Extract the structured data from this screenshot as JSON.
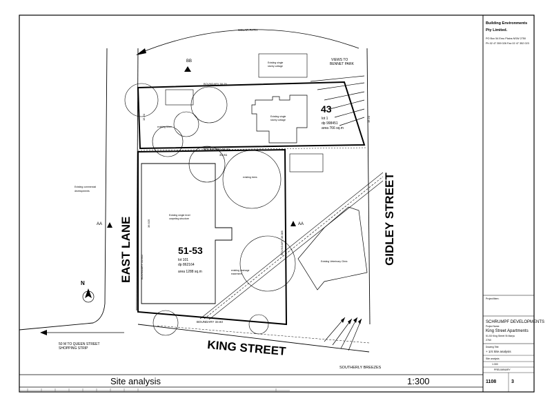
{
  "title_block": {
    "firm_name": "Building Environments",
    "firm_name2": "Pty Limited.",
    "address_line1": "PO Box 54 Emu Plains NSW 2750",
    "address_line2": "Ph 02 47 359 026 Fax 02 47 352 023",
    "project_label": "Project/item:",
    "client": "SCHRUMPF DEVELOPMENTS",
    "project_name_label": "Project Name:",
    "project_name": "King Street Apartments",
    "project_address": "51-53 King Street St Marys",
    "postcode": "2760",
    "drawing_title_label": "Drawing Title:",
    "drawing_title": "+ 1/4 Site analysis",
    "drawing_subtitle": "Site analysis",
    "scale_value": "1:300",
    "status": "PRELIMINARY",
    "project_number": "1108",
    "sheet_number": "3"
  },
  "footer": {
    "title": "Site analysis",
    "scale": "1:300"
  },
  "labels": {
    "solar_path": "SOLAR PATH",
    "views": "VIEWS TO",
    "views2": "BENNET PARK",
    "east_lane": "EAST LANE",
    "gidley_street": "GIDLEY STREET",
    "king_street": "KING STREET",
    "southerly_breezes": "SOUTHERLY BREEZES",
    "queen_street": "50 M TO QUEEN STREET",
    "queen_street2": "SHOPPING STRIP",
    "commercial": "Existing commercial",
    "commercial2": "developments",
    "bb": "BB",
    "aa": "AA",
    "north": "N",
    "existing_trees": "existing trees",
    "existing_single_cottage": "Existing single",
    "existing_single_cottage2": "storey cottage",
    "existing_carpet": "Existing single level",
    "existing_carpet2": "carpeting structure",
    "vet_clinic": "Existing Veterinary Clinic",
    "drainage": "existing drainage",
    "drainage2": "easement",
    "boundary_top": "BOUNDARY 50.29",
    "boundary_mid": "BOUNDARY 50.29",
    "boundary_mid_dim": "33.61",
    "boundary_bottom": "BOUNDARY 33.83",
    "dim_left_top": "15.24",
    "dim_right_top": "15.24",
    "dim_left_main": "BOUNDARY 51.645",
    "dim_left_inner": "36.925",
    "dim_right_main": "BOUNDARY 46.085"
  },
  "lot_43": {
    "number": "43",
    "lot": "lot 1",
    "dp": "dp 998451",
    "area": "area 766 sq.m"
  },
  "lot_51_53": {
    "number": "51-53",
    "lot": "lot 101",
    "dp": "dp 862164",
    "area": "area 1288 sq.m"
  }
}
